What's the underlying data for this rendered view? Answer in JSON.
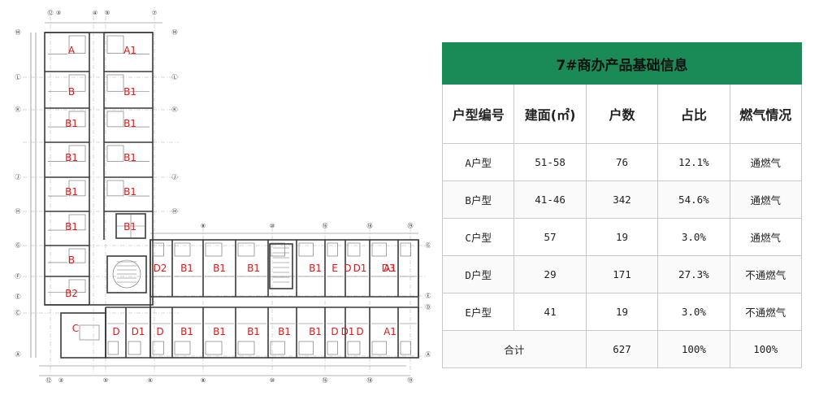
{
  "plan": {
    "unit_labels": {
      "north_left": [
        "A",
        "B",
        "B1",
        "B1",
        "B1",
        "B1",
        "B",
        "B2",
        "C"
      ],
      "north_right": [
        "A1",
        "B1",
        "B1",
        "B1",
        "B1",
        "B1"
      ],
      "east_top": [
        "D2",
        "B1",
        "B1",
        "B1",
        "B1",
        "E",
        "D",
        "D1",
        "D3",
        "A1"
      ],
      "east_bottom": [
        "D",
        "D1",
        "D",
        "B1",
        "B1",
        "B1",
        "B1",
        "B1",
        "D",
        "D1",
        "D",
        "A1"
      ]
    },
    "axis_top": [
      "⑫",
      "③",
      "④",
      "⑤",
      "⑦"
    ],
    "axis_bottom": [
      "⑫",
      "③",
      "⑤",
      "⑥",
      "⑧",
      "⑩",
      "⑯",
      "⑱",
      "⑲"
    ],
    "axis_mid_top": [
      "⑧",
      "⑩",
      "⑯",
      "⑱",
      "⑲"
    ],
    "axis_left": [
      "Ⓜ",
      "Ⓛ",
      "Ⓚ",
      "Ⓙ",
      "Ⓗ",
      "Ⓖ",
      "Ⓕ",
      "Ⓔ",
      "Ⓒ",
      "Ⓐ"
    ],
    "axis_right": [
      "Ⓜ",
      "Ⓛ",
      "Ⓚ",
      "Ⓙ",
      "Ⓗ"
    ],
    "axis_right_low": [
      "Ⓖ",
      "Ⓔ",
      "Ⓓ",
      "Ⓐ"
    ]
  },
  "table": {
    "title": "7#商办产品基础信息",
    "headers": [
      "户型编号",
      "建面(㎡)",
      "户数",
      "占比",
      "燃气情况"
    ],
    "rows": [
      [
        "A户型",
        "51-58",
        "76",
        "12.1%",
        "通燃气"
      ],
      [
        "B户型",
        "41-46",
        "342",
        "54.6%",
        "通燃气"
      ],
      [
        "C户型",
        "57",
        "19",
        "3.0%",
        "通燃气"
      ],
      [
        "D户型",
        "29",
        "171",
        "27.3%",
        "不通燃气"
      ],
      [
        "E户型",
        "41",
        "19",
        "3.0%",
        "不通燃气"
      ]
    ],
    "total": {
      "label": "合计",
      "count": "627",
      "ratio": "100%",
      "gas": "100%"
    }
  },
  "colors": {
    "header_green": "#1a8a57",
    "unit_label_red": "#e01818"
  }
}
